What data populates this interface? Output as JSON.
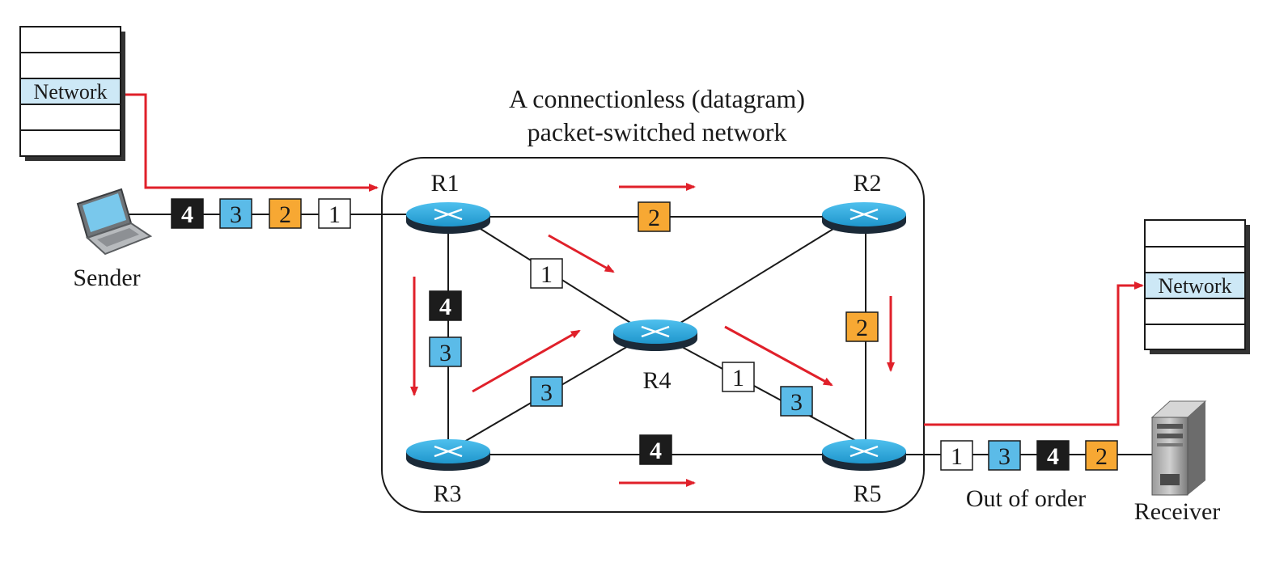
{
  "title_line1": "A connectionless (datagram)",
  "title_line2": "packet-switched network",
  "routers": [
    "R1",
    "R2",
    "R3",
    "R4",
    "R5"
  ],
  "sender_label": "Sender",
  "receiver_label": "Receiver",
  "out_of_order_label": "Out of order",
  "network_layer_label": "Network",
  "packets": {
    "p1": "1",
    "p2": "2",
    "p3": "3",
    "p4": "4"
  },
  "colors": {
    "arrow": "#e0202a",
    "packet1": "#ffffff",
    "packet2": "#f7a833",
    "packet3": "#5bbbe8",
    "packet4": "#1c1c1c",
    "router_top": "#33aadd",
    "network_highlight": "#cde8f6"
  }
}
